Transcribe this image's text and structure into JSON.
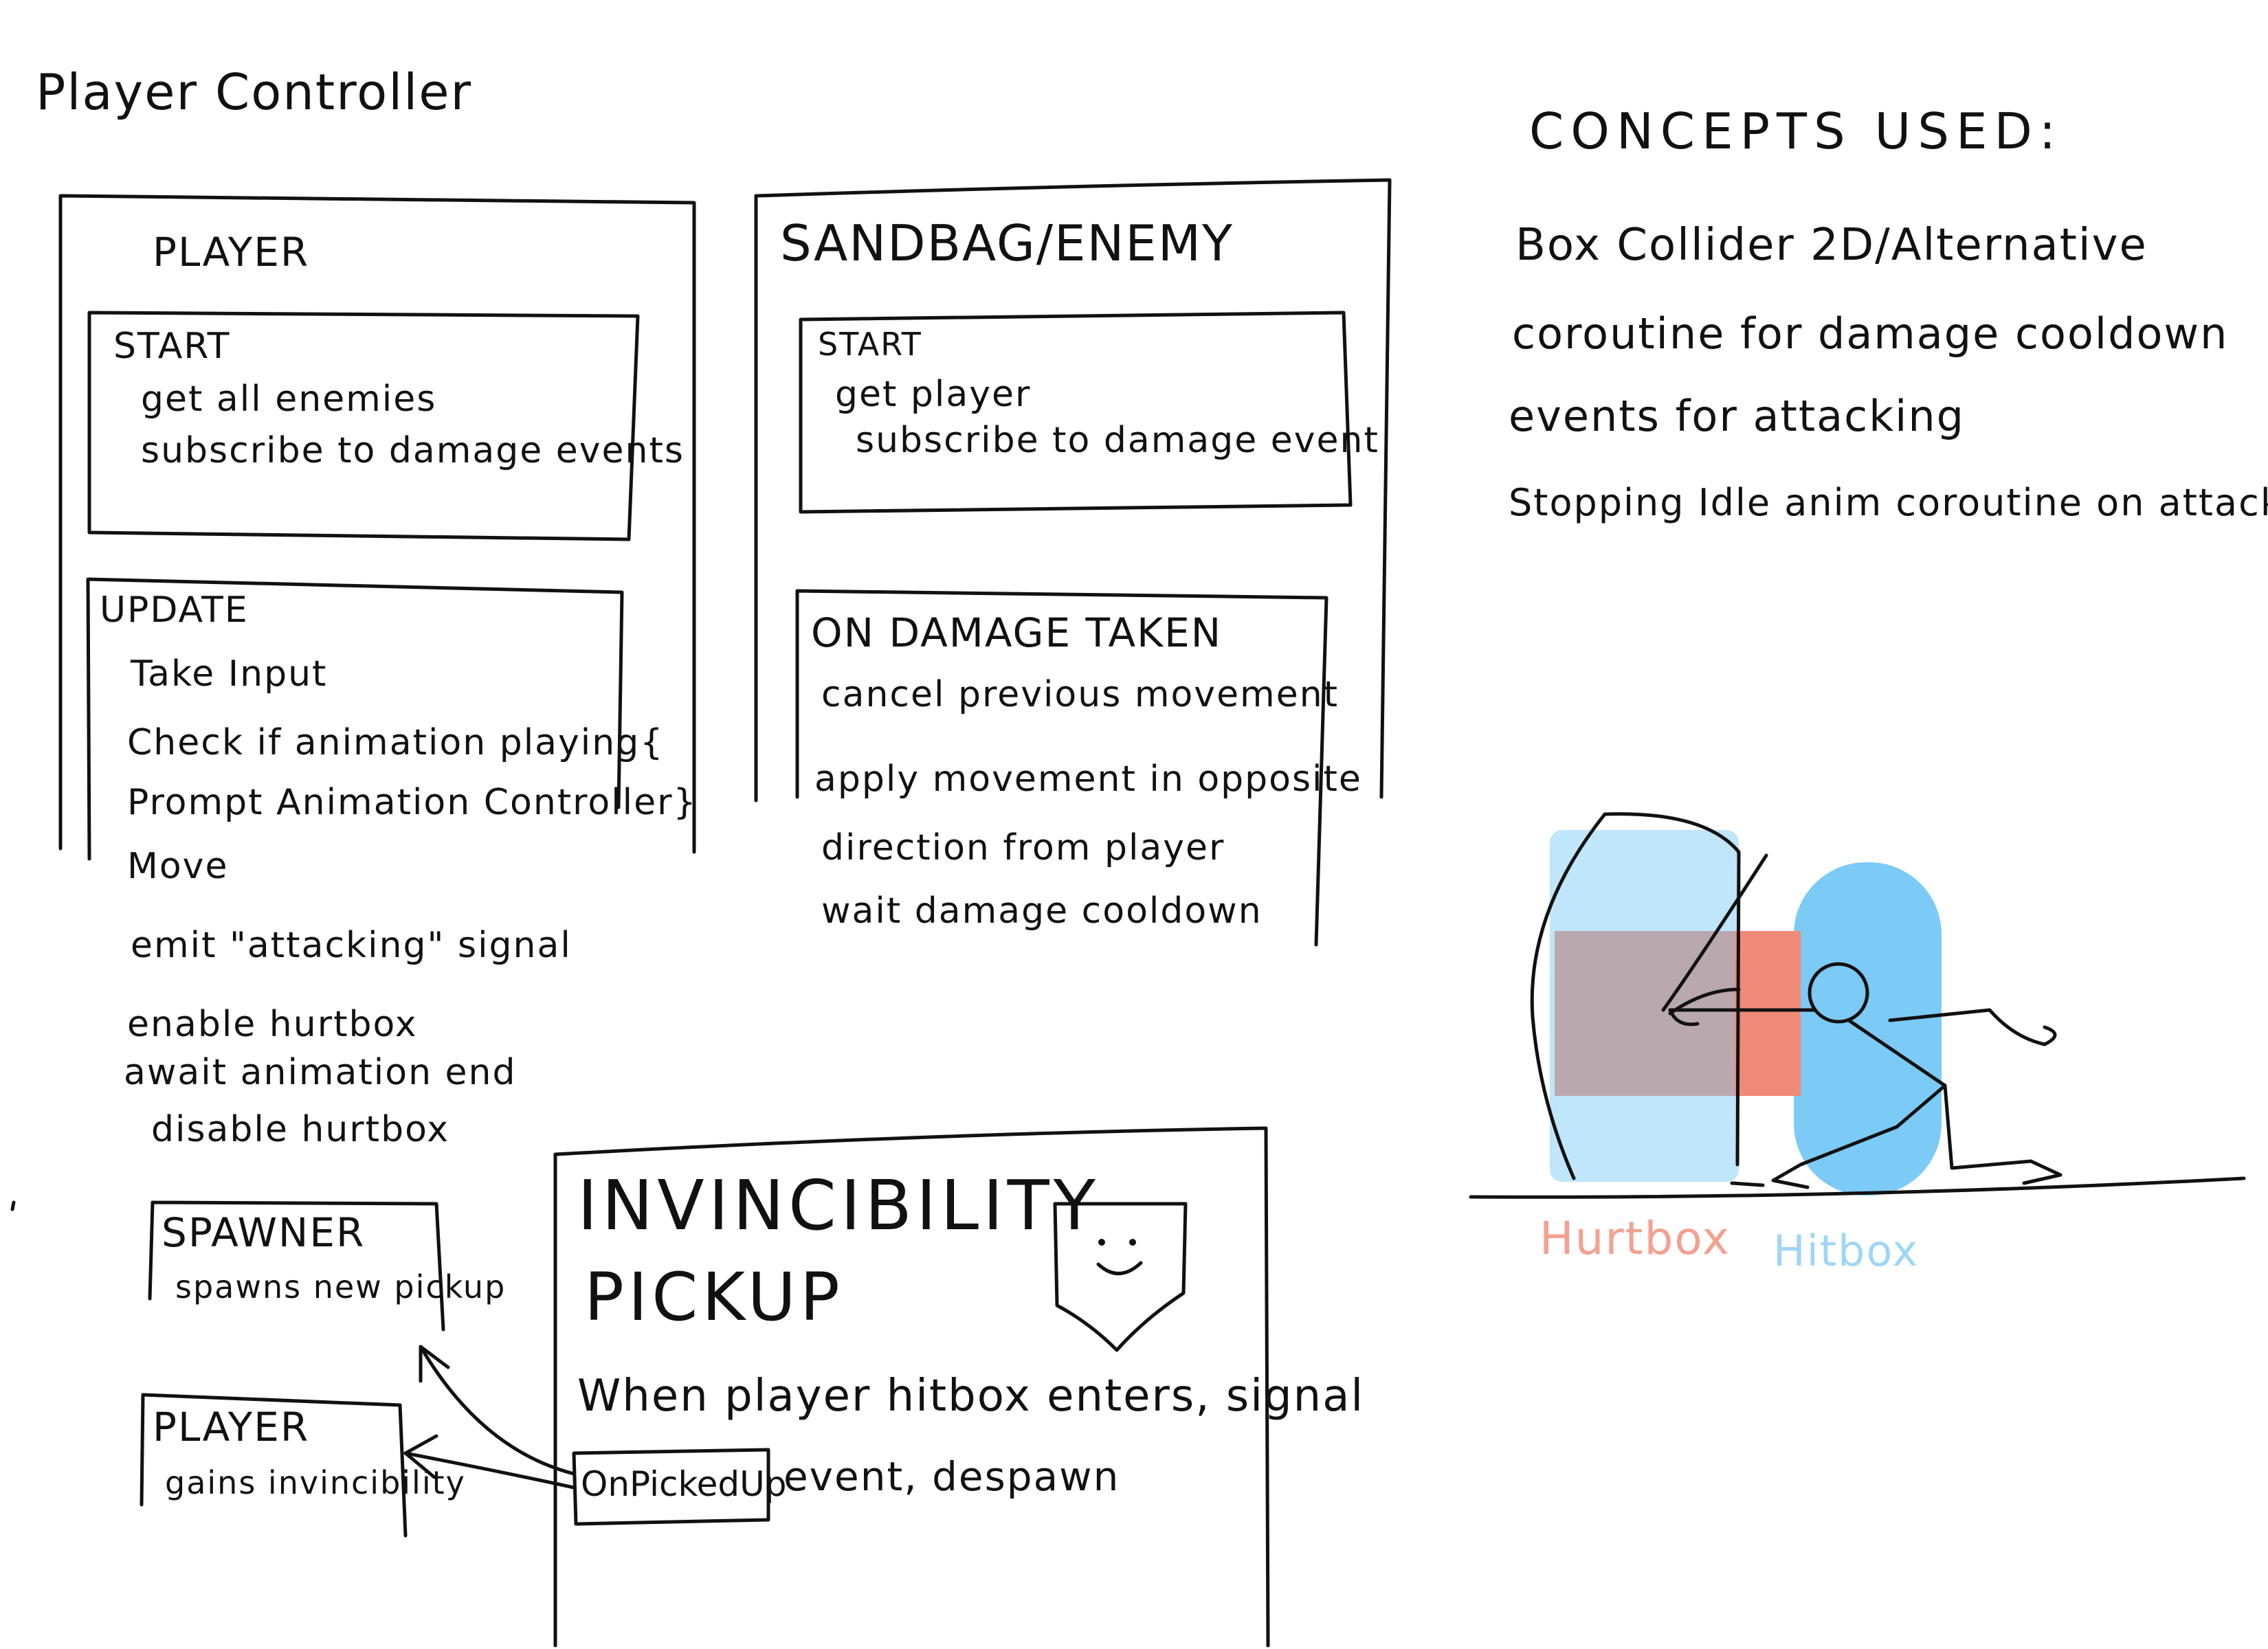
{
  "page_title": "Player Controller",
  "player_panel": {
    "title": "PLAYER",
    "start": {
      "heading": "START",
      "lines": [
        "get all enemies",
        "subscribe to damage events"
      ]
    },
    "update": {
      "heading": "UPDATE",
      "lines": [
        "Take Input",
        "Check if animation playing{",
        "Prompt Animation Controller}",
        "Move",
        "emit \"attacking\" signal",
        "enable hurtbox",
        "await animation end",
        "disable hurtbox"
      ]
    }
  },
  "enemy_panel": {
    "title": "SANDBAG/ENEMY",
    "start": {
      "heading": "START",
      "lines": [
        "get player",
        "subscribe to damage event"
      ]
    },
    "on_damage": {
      "heading": "ON DAMAGE TAKEN",
      "lines": [
        "cancel previous movement",
        "apply movement in opposite",
        "direction from player",
        "wait damage cooldown"
      ]
    }
  },
  "concepts": {
    "heading": "CONCEPTS USED:",
    "items": [
      "Box Collider 2D/Alternative",
      "coroutine for damage cooldown",
      "events for attacking",
      "Stopping Idle anim coroutine on attack"
    ]
  },
  "pickup": {
    "title_line1": "INVINCIBILITY",
    "title_line2": "PICKUP",
    "desc": "When player hitbox enters, signal",
    "event_name": "OnPickedUp",
    "desc_after": "event, despawn",
    "icon": "smiley-shield-icon"
  },
  "spawner_box": {
    "heading": "SPAWNER",
    "line": "spawns new pickup"
  },
  "player_box": {
    "heading": "PLAYER",
    "line": "gains invincibility"
  },
  "illustration": {
    "hurtbox_label": "Hurtbox",
    "hitbox_label": "Hitbox"
  },
  "colors": {
    "ink": "#111111",
    "hurtbox": "#f4a090",
    "hitbox": "#7ccbf6",
    "hitbox_light": "#bfe6fb",
    "overlap": "#b9a9af",
    "hurtbox_solid": "#f08a78"
  }
}
